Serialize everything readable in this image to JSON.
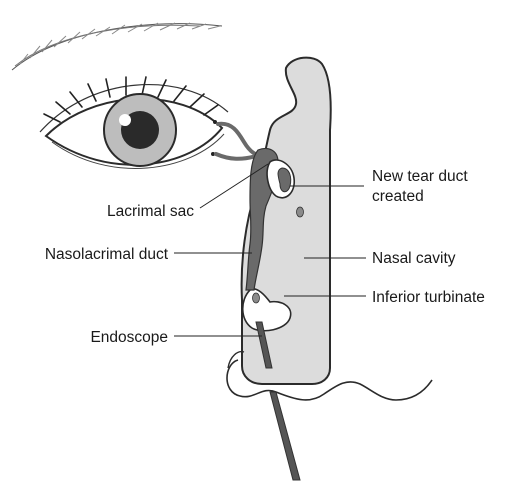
{
  "labels": {
    "new_tear_duct_line1": "New tear duct",
    "new_tear_duct_line2": "created",
    "lacrimal_sac": "Lacrimal sac",
    "nasal_cavity": "Nasal cavity",
    "nasolacrimal_duct": "Nasolacrimal duct",
    "inferior_turbinate": "Inferior turbinate",
    "endoscope": "Endoscope"
  },
  "colors": {
    "outline": "#2b2b2b",
    "nasal_fill": "#dcdcdc",
    "iris": "#bdbdbd",
    "pupil": "#2a2a2a",
    "duct": "#6a6a6a",
    "endoscope": "#555555"
  }
}
